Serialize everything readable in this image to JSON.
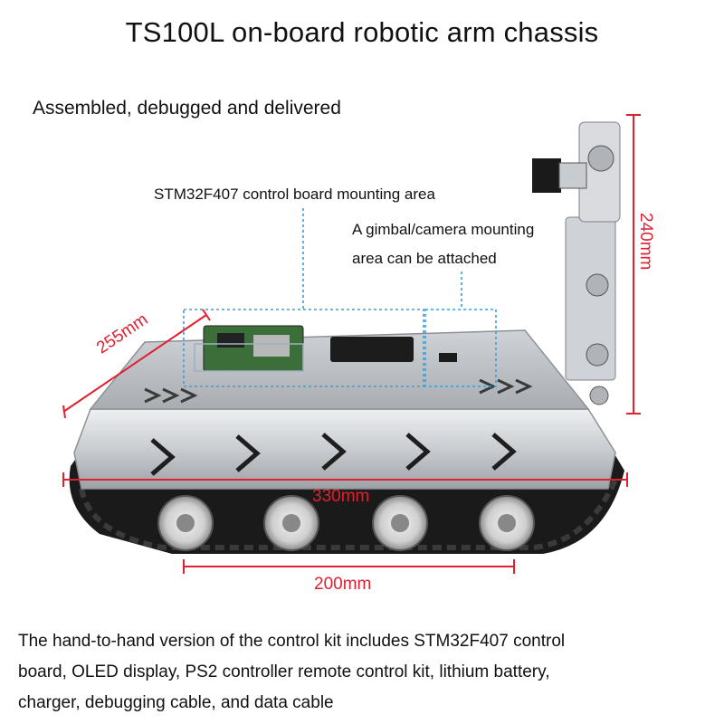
{
  "title": "TS100L on-board robotic arm chassis",
  "subtitle": "Assembled, debugged and delivered",
  "callouts": {
    "control_board": "STM32F407 control board mounting area",
    "gimbal_line1": "A gimbal/camera mounting",
    "gimbal_line2": "area can be attached"
  },
  "dimensions": {
    "width": "255mm",
    "height": "240mm",
    "length": "330mm",
    "wheelbase": "200mm"
  },
  "footer": {
    "line1": "The hand-to-hand version of the control kit includes STM32F407 control",
    "line2": "board, OLED display, PS2 controller remote control kit, lithium battery,",
    "line3": "charger, debugging cable, and data cable"
  },
  "colors": {
    "dimension_red": "#e01f2f",
    "callout_blue": "#3aa0d8",
    "chassis_silver": "#d4d6d9",
    "track_black": "#1a1a1a"
  }
}
